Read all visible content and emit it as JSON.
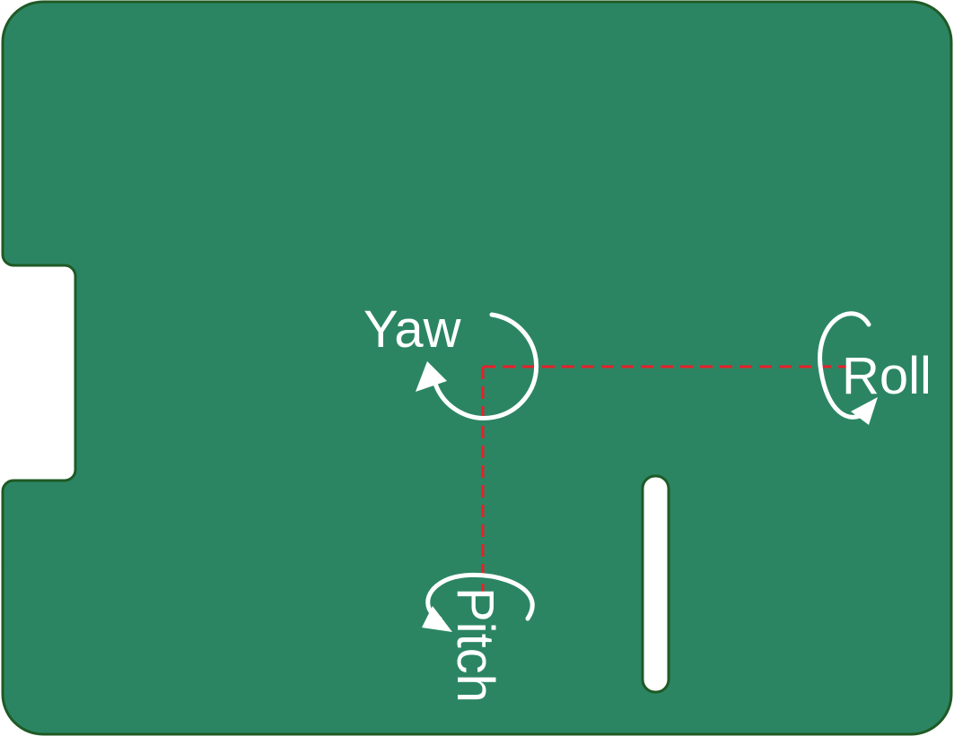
{
  "colors": {
    "board_fill": "#2b8563",
    "board_stroke": "#1f5a25",
    "axis_line": "#e8202a",
    "marker": "#ffffff",
    "background": "#ffffff"
  },
  "labels": {
    "yaw": "Yaw",
    "roll": "Roll",
    "pitch": "Pitch"
  },
  "icons": [
    "yaw-rotation-arrow-icon",
    "roll-rotation-arrow-icon",
    "pitch-rotation-arrow-icon"
  ]
}
